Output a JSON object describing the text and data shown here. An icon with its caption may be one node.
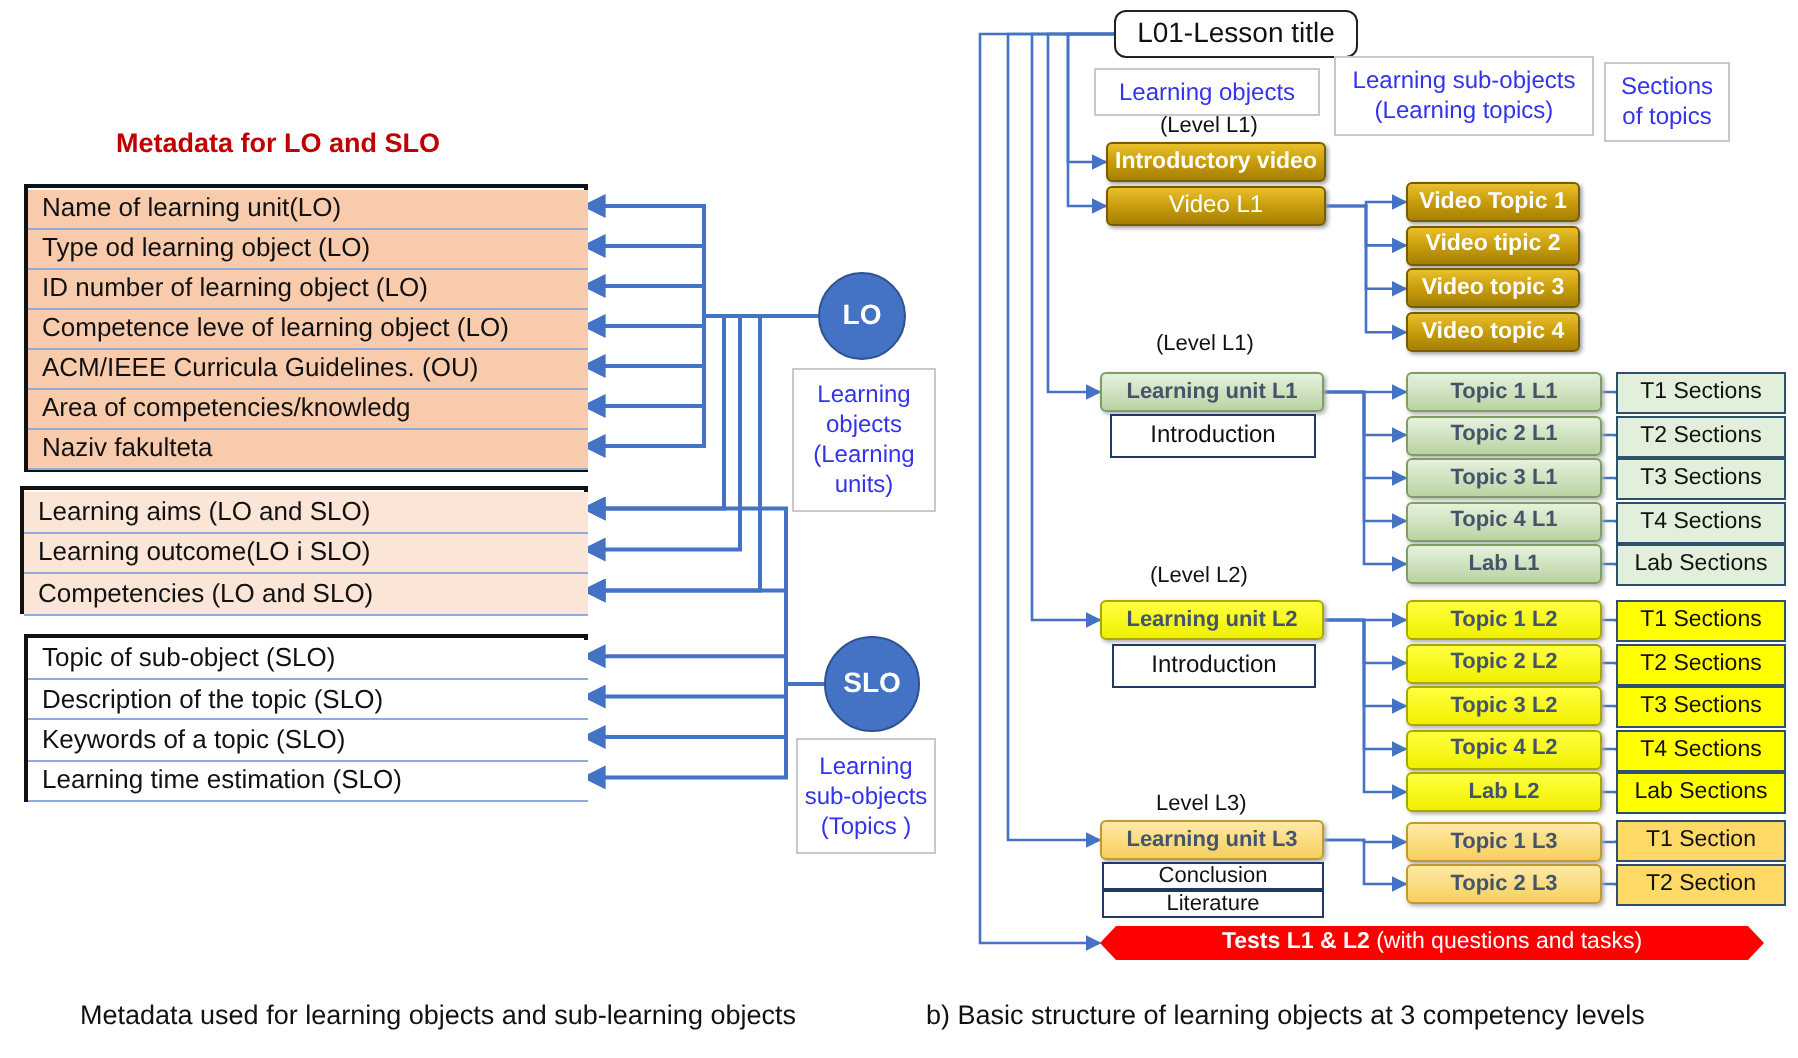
{
  "diagram": {
    "nodes": [
      {
        "text": [],
        "shape": "box"
      },
      {
        "text": [
          "Name of learning unit(LO)"
        ],
        "in": 0
      },
      {
        "text": [
          "Type od learning object (LO)"
        ],
        "in": 0
      },
      {
        "text": [
          "ID number of learning object (LO)"
        ],
        "in": 0
      },
      {
        "text": [
          "Competence leve of learning object (LO)"
        ],
        "in": 0
      },
      {
        "text": [
          "ACM/IEEE Curricula Guidelines. (OU)"
        ],
        "in": 0
      },
      {
        "text": [
          "Area of competencies/knowledg"
        ],
        "in": 0
      },
      {
        "text": [
          "Naziv fakulteta"
        ],
        "in": 0
      },
      {
        "text": [],
        "shape": "box"
      },
      {
        "text": [
          "Learning aims (LO and SLO)"
        ],
        "in": 8
      },
      {
        "text": [
          "Learning outcome(LO i SLO)"
        ],
        "in": 8
      },
      {
        "text": [
          "Competencies (LO and SLO)"
        ],
        "in": 8
      },
      {
        "text": [],
        "shape": "box"
      },
      {
        "text": [
          "Topic of sub-object (SLO)"
        ],
        "in": 12
      },
      {
        "text": [
          "Description of the topic (SLO)"
        ],
        "in": 12
      },
      {
        "text": [
          "Keywords of a topic (SLO)"
        ],
        "in": 12
      },
      {
        "text": [
          "Learning time estimation (SLO)"
        ],
        "in": 12
      },
      {
        "text": [
          "LO"
        ]
      },
      {
        "text": [
          "Learning objects (Learning units)"
        ]
      },
      {
        "text": [
          "SLO"
        ]
      },
      {
        "text": [
          "Learning sub-objects (Topics )"
        ]
      },
      {
        "text": [
          "L01-Lesson title"
        ]
      },
      {
        "text": [
          "Learning objects"
        ]
      },
      {
        "text": [
          "Learning sub-objects (Learning topics)"
        ]
      },
      {
        "text": [
          "Sections of topics"
        ]
      },
      {
        "text": [
          "Introductory video"
        ]
      },
      {
        "text": [
          "Video L1"
        ]
      },
      {
        "text": [
          "Video Topic 1"
        ]
      },
      {
        "text": [
          "Video tipic 2"
        ]
      },
      {
        "text": [
          "Video topic 3"
        ]
      },
      {
        "text": [
          "Video topic 4"
        ]
      },
      {
        "text": [
          "Learning unit L1"
        ]
      },
      {
        "text": [
          "Introduction"
        ]
      },
      {
        "text": [
          "Topic 1 L1"
        ]
      },
      {
        "text": [
          "Topic 2 L1"
        ]
      },
      {
        "text": [
          "Topic 3 L1"
        ]
      },
      {
        "text": [
          "Topic 4 L1"
        ]
      },
      {
        "text": [
          "Lab L1"
        ]
      },
      {
        "text": [
          "T1 Sections"
        ]
      },
      {
        "text": [
          "T2 Sections"
        ]
      },
      {
        "text": [
          "T3 Sections"
        ]
      },
      {
        "text": [
          "T4 Sections"
        ]
      },
      {
        "text": [
          "Lab Sections"
        ]
      },
      {
        "text": [
          "Learning unit L2"
        ]
      },
      {
        "text": [
          "Introduction"
        ]
      },
      {
        "text": [
          "Topic 1 L2"
        ]
      },
      {
        "text": [
          "Topic 2 L2"
        ]
      },
      {
        "text": [
          "Topic 3 L2"
        ]
      },
      {
        "text": [
          "Topic 4 L2"
        ]
      },
      {
        "text": [
          "Lab L2"
        ]
      },
      {
        "text": [
          "T1 Sections"
        ]
      },
      {
        "text": [
          "T2 Sections"
        ]
      },
      {
        "text": [
          "T3 Sections"
        ]
      },
      {
        "text": [
          "T4 Sections"
        ]
      },
      {
        "text": [
          "Lab Sections"
        ]
      },
      {
        "text": [
          "Learning unit L3"
        ]
      },
      {
        "text": [
          "Conclusion"
        ]
      },
      {
        "text": [
          "Literature"
        ]
      },
      {
        "text": [
          "Topic 1 L3"
        ]
      },
      {
        "text": [
          "Topic 2 L3"
        ]
      },
      {
        "text": [
          "T1 Section"
        ]
      },
      {
        "text": [
          "T2 Section"
        ]
      },
      {
        "text": [
          "**Tests L1 & L2** (with questions and tasks)"
        ]
      }
    ],
    "edges": [
      {
        "from": 17,
        "to": 1,
        "arrow": "to"
      },
      {
        "from": 17,
        "to": 2,
        "arrow": "to"
      },
      {
        "from": 17,
        "to": 3,
        "arrow": "to"
      },
      {
        "from": 17,
        "to": 4,
        "arrow": "to"
      },
      {
        "from": 17,
        "to": 5,
        "arrow": "to"
      },
      {
        "from": 17,
        "to": 6,
        "arrow": "to"
      },
      {
        "from": 17,
        "to": 7,
        "arrow": "to"
      },
      {
        "from": 17,
        "to": 9,
        "arrow": "to"
      },
      {
        "from": 17,
        "to": 10,
        "arrow": "to"
      },
      {
        "from": 17,
        "to": 11,
        "arrow": "to"
      },
      {
        "from": 19,
        "to": 9,
        "arrow": "to"
      },
      {
        "from": 19,
        "to": 11,
        "arrow": "to"
      },
      {
        "from": 19,
        "to": 13,
        "arrow": "to"
      },
      {
        "from": 19,
        "to": 14,
        "arrow": "to"
      },
      {
        "from": 19,
        "to": 15,
        "arrow": "to"
      },
      {
        "from": 19,
        "to": 16,
        "arrow": "to"
      },
      {
        "from": 21,
        "to": 25,
        "arrow": "to"
      },
      {
        "from": 21,
        "to": 26,
        "arrow": "to"
      },
      {
        "from": 21,
        "to": 31,
        "arrow": "to"
      },
      {
        "from": 21,
        "to": 43,
        "arrow": "to"
      },
      {
        "from": 21,
        "to": 55,
        "arrow": "to"
      },
      {
        "from": 21,
        "to": 62,
        "arrow": "to"
      },
      {
        "from": 26,
        "to": 27,
        "arrow": "to"
      },
      {
        "from": 26,
        "to": 28,
        "arrow": "to"
      },
      {
        "from": 26,
        "to": 29,
        "arrow": "to"
      },
      {
        "from": 26,
        "to": 30,
        "arrow": "to"
      },
      {
        "from": 31,
        "to": 33,
        "arrow": "to"
      },
      {
        "from": 31,
        "to": 34,
        "arrow": "to"
      },
      {
        "from": 31,
        "to": 35,
        "arrow": "to"
      },
      {
        "from": 31,
        "to": 36,
        "arrow": "to"
      },
      {
        "from": 31,
        "to": 37,
        "arrow": "to"
      },
      {
        "from": 33,
        "to": 38,
        "arrow": "to"
      },
      {
        "from": 34,
        "to": 39,
        "arrow": "to"
      },
      {
        "from": 35,
        "to": 40,
        "arrow": "to"
      },
      {
        "from": 36,
        "to": 41,
        "arrow": "to"
      },
      {
        "from": 37,
        "to": 42,
        "arrow": "to"
      },
      {
        "from": 43,
        "to": 45,
        "arrow": "to"
      },
      {
        "from": 43,
        "to": 46,
        "arrow": "to"
      },
      {
        "from": 43,
        "to": 47,
        "arrow": "to"
      },
      {
        "from": 43,
        "to": 48,
        "arrow": "to"
      },
      {
        "from": 43,
        "to": 49,
        "arrow": "to"
      },
      {
        "from": 45,
        "to": 50,
        "arrow": "to"
      },
      {
        "from": 46,
        "to": 51,
        "arrow": "to"
      },
      {
        "from": 47,
        "to": 52,
        "arrow": "to"
      },
      {
        "from": 48,
        "to": 53,
        "arrow": "to"
      },
      {
        "from": 49,
        "to": 54,
        "arrow": "to"
      },
      {
        "from": 55,
        "to": 58,
        "arrow": "to"
      },
      {
        "from": 55,
        "to": 59,
        "arrow": "to"
      },
      {
        "from": 58,
        "to": 60,
        "arrow": "to"
      },
      {
        "from": 59,
        "to": 61,
        "arrow": "to"
      }
    ],
    "labels": [
      "Metadata for LO and SLO",
      "(Level L1)",
      "(Level L1)",
      "(Level L2)",
      "Level L3)",
      "Metadata used for learning objects and sub-learning objects",
      "b) Basic structure of learning objects at 3 competency levels"
    ]
  }
}
